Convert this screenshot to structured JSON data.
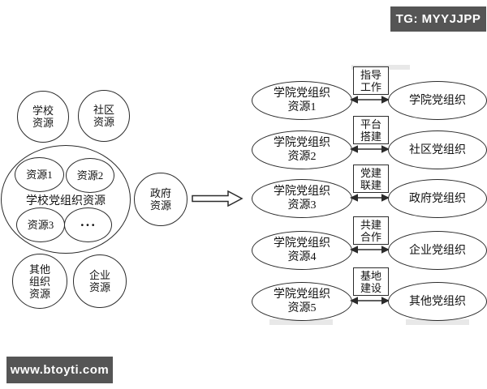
{
  "watermarks": {
    "tg_badge": "TG: MYYJJPP",
    "site_badge": "www.btoyti.com"
  },
  "colors": {
    "badge_bg": "#555555",
    "line": "#2b2b2b",
    "text": "#111111"
  },
  "left_cluster": {
    "school": [
      "学校",
      "资源"
    ],
    "community": [
      "社区",
      "资源"
    ],
    "other_org": [
      "其他",
      "组织",
      "资源"
    ],
    "enterprise": [
      "企业",
      "资源"
    ],
    "government": [
      "政府",
      "资源"
    ],
    "school_party": {
      "label": "学校党组织资源",
      "items": [
        "资源1",
        "资源2",
        "资源3",
        "···"
      ]
    }
  },
  "rows": [
    {
      "source": [
        "学院党组织",
        "资源1"
      ],
      "mode": [
        "指导",
        "工作"
      ],
      "target": "学院党组织"
    },
    {
      "source": [
        "学院党组织",
        "资源2"
      ],
      "mode": [
        "平台",
        "搭建"
      ],
      "target": "社区党组织"
    },
    {
      "source": [
        "学院党组织",
        "资源3"
      ],
      "mode": [
        "党建",
        "联建"
      ],
      "target": "政府党组织"
    },
    {
      "source": [
        "学院党组织",
        "资源4"
      ],
      "mode": [
        "共建",
        "合作"
      ],
      "target": "企业党组织"
    },
    {
      "source": [
        "学院党组织",
        "资源5"
      ],
      "mode": [
        "基地",
        "建设"
      ],
      "target": "其他党组织"
    }
  ]
}
